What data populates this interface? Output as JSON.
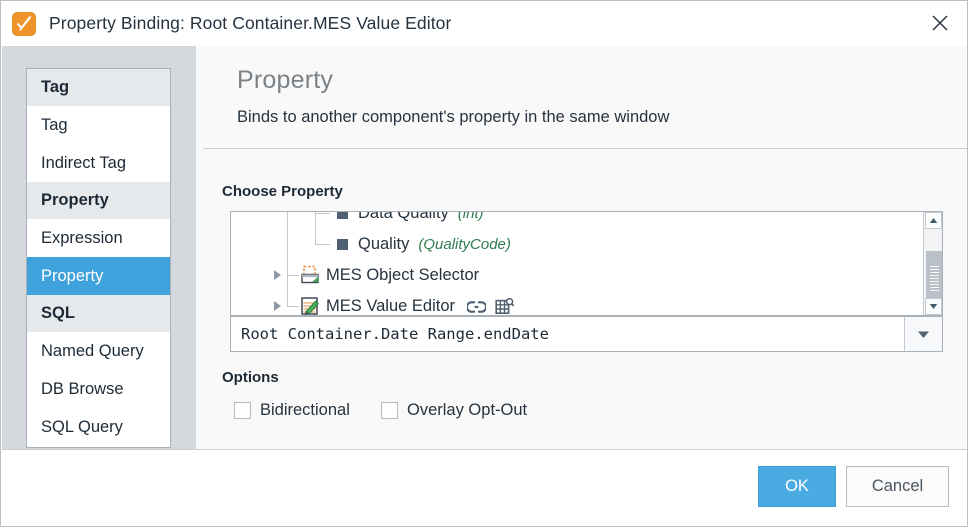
{
  "window": {
    "title": "Property Binding: Root Container.MES Value Editor",
    "icon": "ignition-checkmark-icon",
    "close_icon": "close-icon"
  },
  "sidebar": {
    "entries": [
      {
        "kind": "group",
        "label": "Tag"
      },
      {
        "kind": "item",
        "label": "Tag",
        "selected": false
      },
      {
        "kind": "item",
        "label": "Indirect Tag",
        "selected": false
      },
      {
        "kind": "group",
        "label": "Property"
      },
      {
        "kind": "item",
        "label": "Expression",
        "selected": false
      },
      {
        "kind": "item",
        "label": "Property",
        "selected": true
      },
      {
        "kind": "group",
        "label": "SQL"
      },
      {
        "kind": "item",
        "label": "Named Query",
        "selected": false
      },
      {
        "kind": "item",
        "label": "DB Browse",
        "selected": false
      },
      {
        "kind": "item",
        "label": "SQL Query",
        "selected": false
      }
    ]
  },
  "panel": {
    "title": "Property",
    "description": "Binds to another component's property in the same window",
    "choose_property_label": "Choose Property"
  },
  "tree": {
    "rows": [
      {
        "label": "Data Quality",
        "type": "(int)",
        "node_kind": "leaf",
        "icon": "property-square-icon",
        "clipped": true,
        "indent": 104,
        "icons": []
      },
      {
        "label": "Quality",
        "type": "(QualityCode)",
        "node_kind": "leaf",
        "icon": "property-square-icon",
        "clipped": false,
        "indent": 104,
        "icons": []
      },
      {
        "label": "MES Object Selector",
        "type": "",
        "node_kind": "branch",
        "icon": "mes-object-selector-icon",
        "clipped": false,
        "indent": 56,
        "icons": []
      },
      {
        "label": "MES Value Editor",
        "type": "",
        "node_kind": "branch",
        "icon": "mes-value-editor-icon",
        "clipped": false,
        "indent": 56,
        "icons": [
          "link-icon",
          "table-search-icon"
        ]
      }
    ],
    "scrollbar": {
      "up_arrow": "scroll-up-icon",
      "down_arrow": "scroll-down-icon"
    }
  },
  "property_field": {
    "value": "Root Container.Date Range.endDate",
    "dropdown_icon": "chevron-down-icon"
  },
  "options": {
    "label": "Options",
    "items": [
      {
        "label": "Bidirectional",
        "checked": false
      },
      {
        "label": "Overlay Opt-Out",
        "checked": false
      }
    ]
  },
  "footer": {
    "ok_label": "OK",
    "cancel_label": "Cancel"
  },
  "colors": {
    "accent_blue": "#4aabe2",
    "selection_blue": "#3fa2dd",
    "icon_orange": "#f0932b",
    "type_green": "#2e7d4f",
    "left_pane_gray": "#d4d9dd",
    "content_bg": "#f9f9f9"
  }
}
